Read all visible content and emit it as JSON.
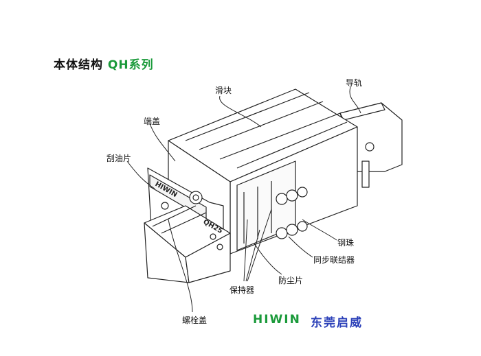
{
  "title": {
    "main": "本体结构",
    "series": "QH系列"
  },
  "labels": {
    "slider": "滑块",
    "rail": "导轨",
    "end_cap": "端盖",
    "scraper": "刮油片",
    "steel_ball": "钢珠",
    "sync_linker": "同步联结器",
    "dust_seal": "防尘片",
    "retainer": "保持器",
    "bolt_cap": "螺栓盖"
  },
  "part_markings": {
    "end_plate_text": "HIWIN",
    "model": "QH25"
  },
  "brand": {
    "name": "HIWIN",
    "name_color": "#1a9a3a",
    "region": "东莞启威",
    "region_color": "#2a3fb8"
  }
}
